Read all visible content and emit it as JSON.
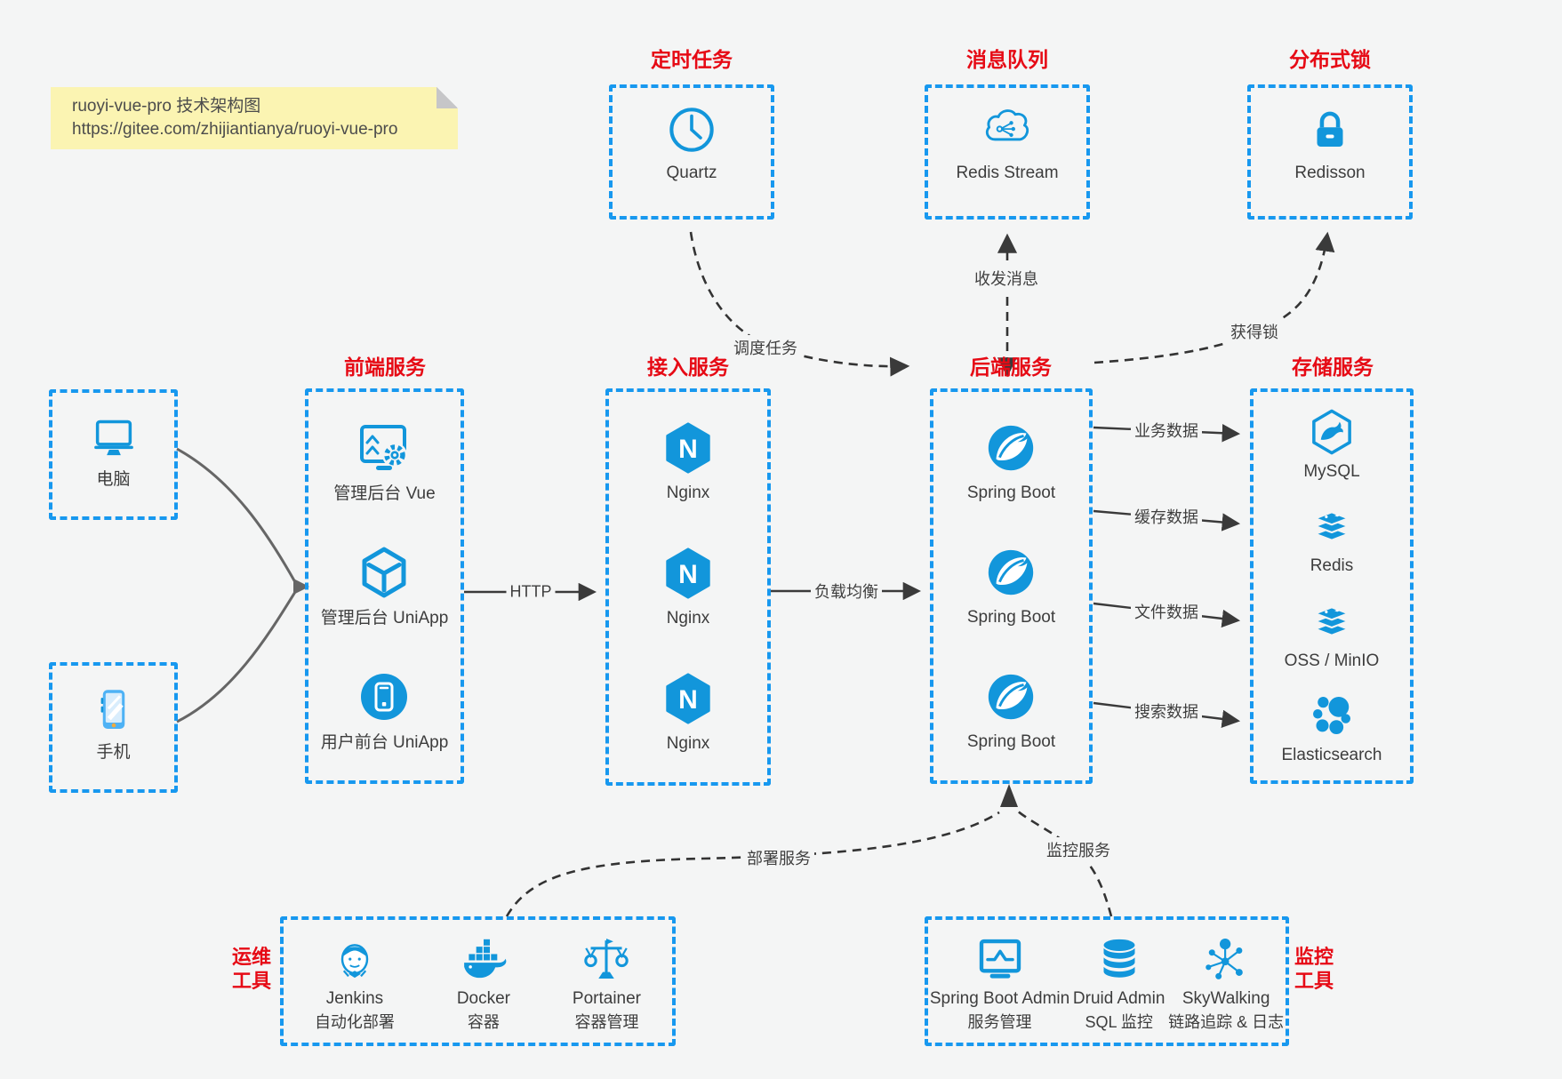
{
  "colors": {
    "icon_blue": "#1296db",
    "box_border_blue": "#1798ef",
    "title_red": "#e60a15",
    "arrow_dark": "#3a3a3a",
    "device_arrow_gray": "#666666",
    "note_background": "#fbf4b2",
    "page_background": "#f4f5f5"
  },
  "note": {
    "line1": "ruoyi-vue-pro 技术架构图",
    "line2": "https://gitee.com/zhijiantianya/ruoyi-vue-pro"
  },
  "top_services": [
    {
      "title": "定时任务",
      "item": {
        "label": "Quartz"
      }
    },
    {
      "title": "消息队列",
      "item": {
        "label": "Redis Stream"
      }
    },
    {
      "title": "分布式锁",
      "item": {
        "label": "Redisson"
      }
    }
  ],
  "devices": [
    {
      "label": "电脑"
    },
    {
      "label": "手机"
    }
  ],
  "frontend": {
    "title": "前端服务",
    "items": [
      {
        "label": "管理后台 Vue"
      },
      {
        "label": "管理后台 UniApp"
      },
      {
        "label": "用户前台 UniApp"
      }
    ]
  },
  "gateway": {
    "title": "接入服务",
    "logo_letter": "N",
    "items": [
      {
        "label": "Nginx"
      },
      {
        "label": "Nginx"
      },
      {
        "label": "Nginx"
      }
    ]
  },
  "backend": {
    "title": "后端服务",
    "items": [
      {
        "label": "Spring Boot"
      },
      {
        "label": "Spring Boot"
      },
      {
        "label": "Spring Boot"
      }
    ]
  },
  "storage": {
    "title": "存储服务",
    "items": [
      {
        "label": "MySQL"
      },
      {
        "label": "Redis"
      },
      {
        "label": "OSS / MinIO"
      },
      {
        "label": "Elasticsearch"
      }
    ]
  },
  "edges": {
    "http": "HTTP",
    "load_balance": "负载均衡",
    "schedule": "调度任务",
    "message": "收发消息",
    "acquire_lock": "获得锁",
    "business_data": "业务数据",
    "cache_data": "缓存数据",
    "file_data": "文件数据",
    "search_data": "搜索数据",
    "deploy": "部署服务",
    "monitor": "监控服务"
  },
  "ops_tools": {
    "title": [
      "运维",
      "工具"
    ],
    "items": [
      {
        "name": "Jenkins",
        "desc": "自动化部署"
      },
      {
        "name": "Docker",
        "desc": "容器"
      },
      {
        "name": "Portainer",
        "desc": "容器管理"
      }
    ]
  },
  "monitor_tools": {
    "title": [
      "监控",
      "工具"
    ],
    "items": [
      {
        "name": "Spring Boot Admin",
        "desc": "服务管理"
      },
      {
        "name": "Druid Admin",
        "desc": "SQL 监控"
      },
      {
        "name": "SkyWalking",
        "desc": "链路追踪 & 日志"
      }
    ]
  }
}
